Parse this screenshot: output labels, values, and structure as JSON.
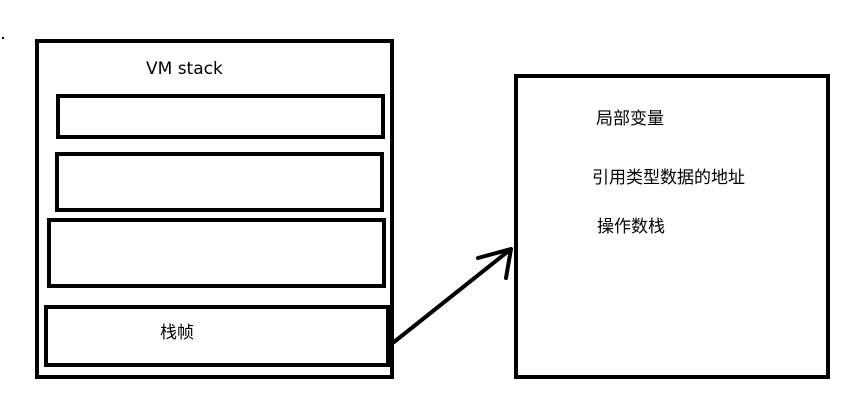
{
  "vm_stack": {
    "title": "VM stack",
    "frames": [
      "",
      "",
      "",
      "栈帧"
    ]
  },
  "frame_detail": {
    "items": [
      "局部变量",
      "引用类型数据的地址",
      "操作数栈"
    ]
  },
  "colors": {
    "stroke": "#000000",
    "background": "#ffffff"
  }
}
